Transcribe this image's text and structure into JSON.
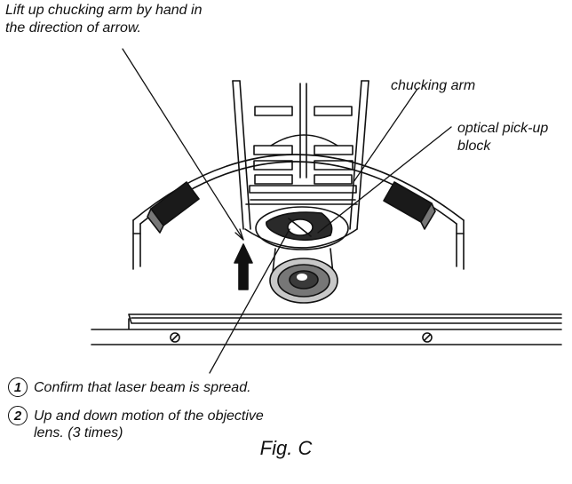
{
  "callouts": {
    "lift_instruction_line1": "Lift up chucking arm by hand in",
    "lift_instruction_line2": "the direction of arrow.",
    "chucking_arm": "chucking arm",
    "pickup_line1": "optical pick-up",
    "pickup_line2": "block"
  },
  "steps": [
    {
      "number": "1",
      "text": "Confirm that laser beam is spread."
    },
    {
      "number": "2",
      "text": "Up and down motion of the objective\nlens.  (3 times)"
    }
  ],
  "figure_caption": "Fig. C",
  "colors": {
    "ink": "#111111",
    "background": "#ffffff"
  }
}
